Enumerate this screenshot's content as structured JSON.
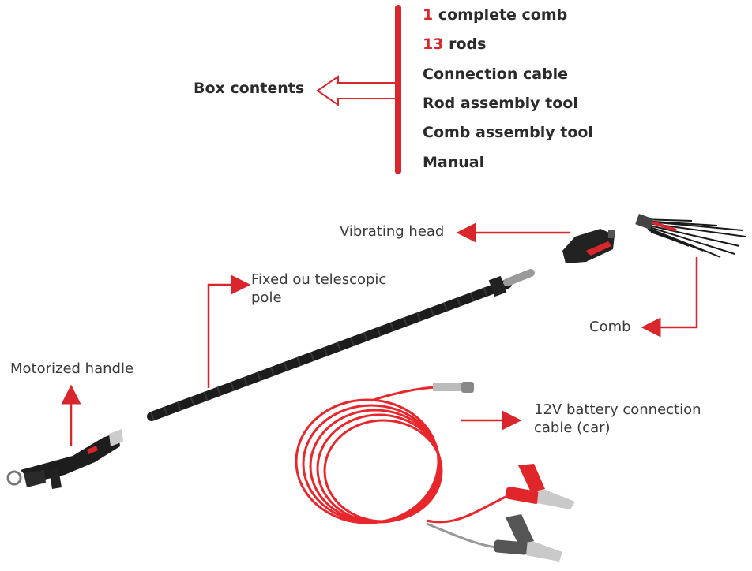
{
  "box_contents": {
    "title": "Box contents",
    "items": [
      {
        "num": "1",
        "text": " complete comb"
      },
      {
        "num": "13",
        "text": " rods"
      },
      {
        "num": "",
        "text": "Connection cable"
      },
      {
        "num": "",
        "text": "Rod assembly tool"
      },
      {
        "num": "",
        "text": "Comb assembly tool"
      },
      {
        "num": "",
        "text": "Manual"
      }
    ]
  },
  "labels": {
    "vibrating_head": "Vibrating head",
    "pole_line1": "Fixed ou telescopic",
    "pole_line2": "pole",
    "comb": "Comb",
    "motorized_handle": "Motorized handle",
    "battery_line1": "12V battery connection",
    "battery_line2": "cable (car)"
  },
  "colors": {
    "accent_red": "#d9262c",
    "text_dark": "#2b2b2b",
    "cable_red": "#e8262b",
    "pole_black": "#1c1c1c"
  }
}
